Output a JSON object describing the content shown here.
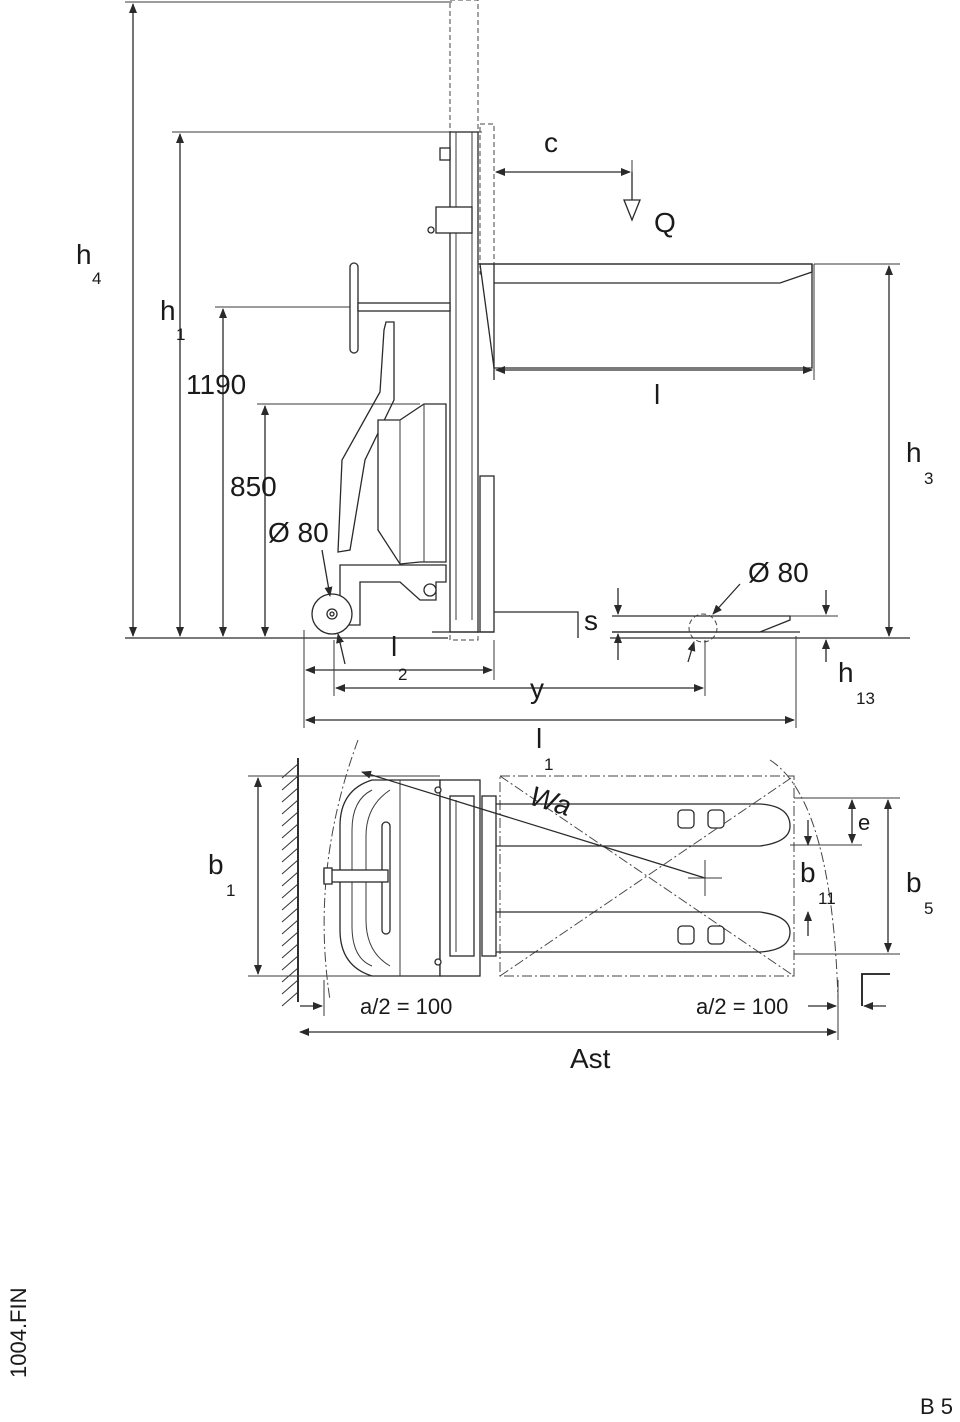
{
  "labels": {
    "h4_main": "h",
    "h4_sub": "4",
    "h1_main": "h",
    "h1_sub": "1",
    "dim_1190": "1190",
    "dim_850": "850",
    "dia_left": "Ø 80",
    "l2_main": "l",
    "l2_sub": "2",
    "c": "c",
    "Q": "Q",
    "l": "l",
    "h3_main": "h",
    "h3_sub": "3",
    "dia_right": "Ø 80",
    "s": "s",
    "y": "y",
    "h13_main": "h",
    "h13_sub": "13",
    "l1_main": "l",
    "l1_sub": "1",
    "wa": "Wa",
    "e": "e",
    "b1_main": "b",
    "b1_sub": "1",
    "b11_main": "b",
    "b11_sub": "11",
    "b5_main": "b",
    "b5_sub": "5",
    "a2_left": "a/2 = 100",
    "a2_right": "a/2 = 100",
    "ast": "Ast",
    "side_code": "1004.FIN",
    "page_code": "B 5"
  }
}
